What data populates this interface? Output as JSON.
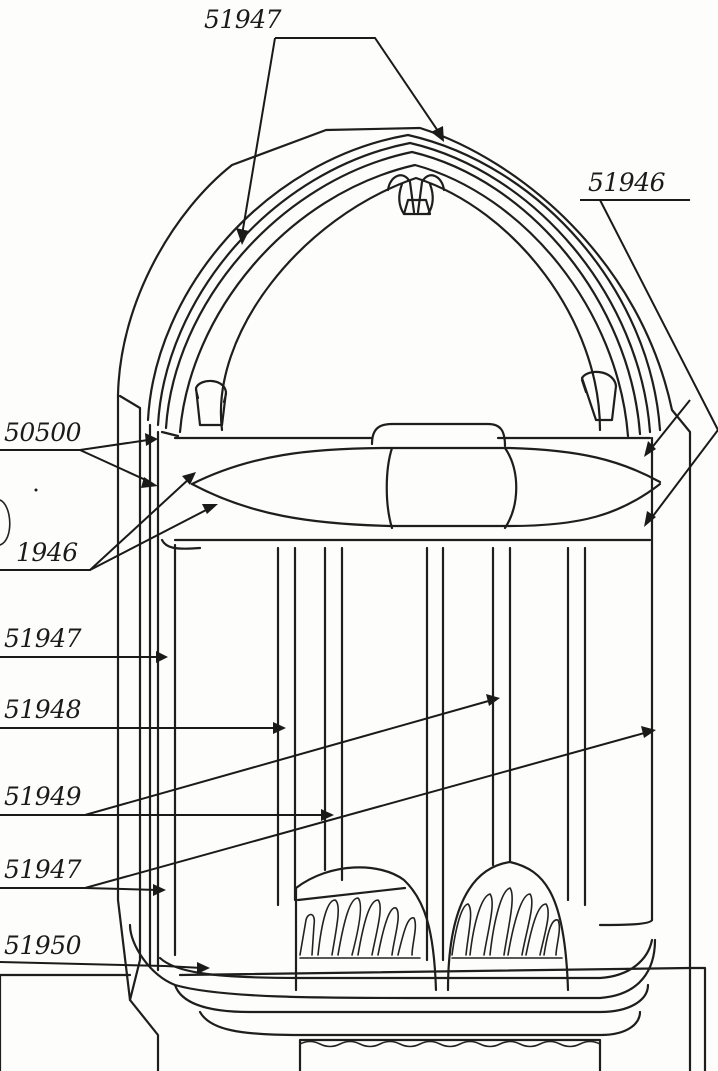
{
  "diagram": {
    "labels": {
      "top": "51947",
      "top_right": "51946",
      "left_1": "50500",
      "left_2": "1946",
      "left_3": "51947",
      "left_4": "51948",
      "left_5": "51949",
      "left_6": "51947",
      "left_7": "51950"
    },
    "ink_color": "#1e1e1e",
    "paper_color": "#fdfdfb"
  }
}
